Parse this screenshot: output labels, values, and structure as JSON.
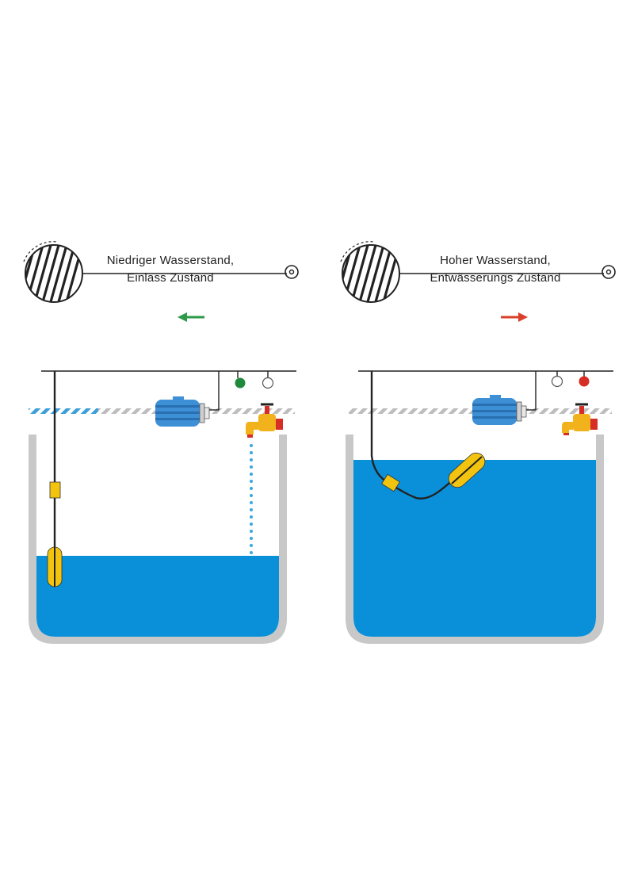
{
  "left": {
    "caption_line1": "Niedriger Wasserstand,",
    "caption_line2": "Einlass Zustand",
    "arrow_color": "#2e9a47",
    "arrow_direction": "left",
    "indicator_lamps": [
      {
        "color": "#1f8a3c",
        "state": "on"
      },
      {
        "color": "#ffffff",
        "state": "off"
      }
    ],
    "water_level_percent": 40,
    "faucet_running": true
  },
  "right": {
    "caption_line1": "Hoher Wasserstand,",
    "caption_line2": "Entwässerungs Zustand",
    "arrow_color": "#d9412b",
    "arrow_direction": "right",
    "indicator_lamps": [
      {
        "color": "#ffffff",
        "state": "off"
      },
      {
        "color": "#d62d25",
        "state": "on"
      }
    ],
    "water_level_percent": 85,
    "faucet_running": false
  },
  "colors": {
    "water": "#0a90d8",
    "tank": "#c8c8c8",
    "motor": "#3d8fd6",
    "float": "#f2c40f",
    "faucet": "#f2b21b",
    "cable": "#222222"
  },
  "icons": [
    "float-switch-symbol-icon",
    "motor-pump-icon",
    "water-faucet-icon",
    "indicator-lamp-icon",
    "direction-arrow-icon"
  ]
}
